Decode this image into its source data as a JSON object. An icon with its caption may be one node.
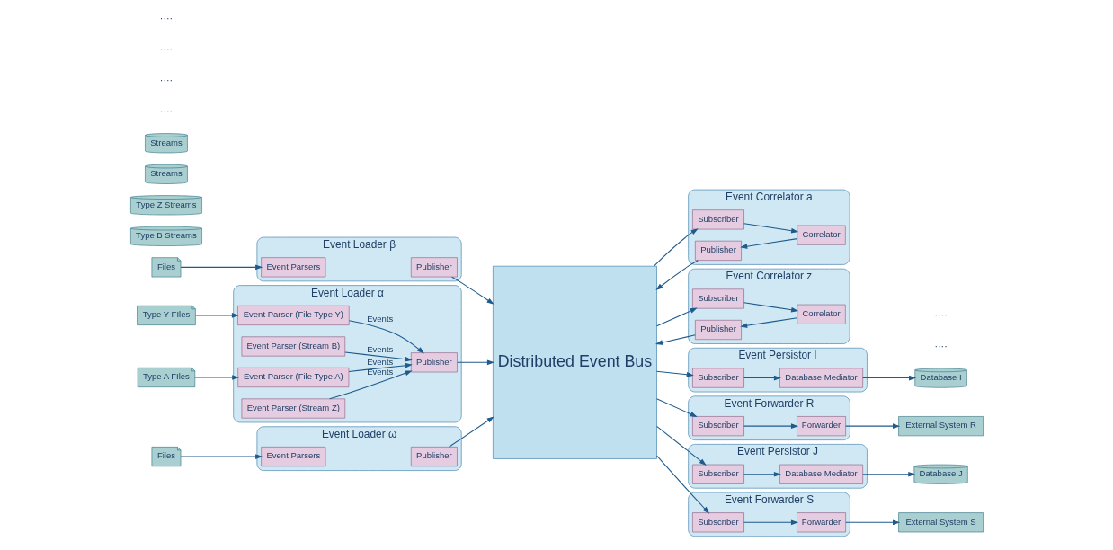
{
  "diagram": {
    "nodes": [
      {
        "text": [
          "Type A FIles"
        ]
      },
      {
        "text": [
          "Event Loader α"
        ]
      },
      {
        "text": [
          "Event Parser (File Type A)"
        ],
        "in": 1
      },
      {
        "text": [
          "Event Parser (Stream B)"
        ],
        "in": 1
      },
      {
        "text": [
          "Event Parser (File Type Y)"
        ],
        "in": 1
      },
      {
        "text": [
          "Event Parser (Stream Z)"
        ],
        "in": 1
      },
      {
        "text": [
          "Publisher"
        ],
        "in": 1
      },
      {
        "text": [
          "Type B Streams"
        ]
      },
      {
        "text": [
          "Type Y FIles"
        ]
      },
      {
        "text": [
          "Type Z Streams"
        ]
      },
      {
        "text": [
          "Distributed Event Bus"
        ]
      },
      {
        "text": [
          "Event Correlator a"
        ]
      },
      {
        "text": [
          "Subscriber"
        ],
        "in": 11
      },
      {
        "text": [
          "Correlator"
        ],
        "in": 11
      },
      {
        "text": [
          "Publisher"
        ],
        "in": 11
      },
      {
        "text": [
          "Event Correlator z"
        ]
      },
      {
        "text": [
          "Subscriber"
        ],
        "in": 15
      },
      {
        "text": [
          "Correlator"
        ],
        "in": 15
      },
      {
        "text": [
          "Publisher"
        ],
        "in": 15
      },
      {
        "text": [
          "Files"
        ]
      },
      {
        "text": [
          "Streams"
        ]
      },
      {
        "text": [
          "Event Loader β"
        ]
      },
      {
        "text": [
          "Event Parsers"
        ],
        "in": 21
      },
      {
        "text": [
          "Publisher"
        ],
        "in": 21
      },
      {
        "text": [
          "Files"
        ]
      },
      {
        "text": [
          "Streams"
        ]
      },
      {
        "text": [
          "Event Loader ω"
        ]
      },
      {
        "text": [
          "Event Parsers"
        ],
        "in": 26
      },
      {
        "text": [
          "Publisher"
        ],
        "in": 26
      },
      {
        "text": [
          "Event Persistor I"
        ]
      },
      {
        "text": [
          "Subscriber"
        ],
        "in": 29
      },
      {
        "text": [
          "Database Mediator"
        ],
        "in": 29
      },
      {
        "text": [
          "Database I"
        ]
      },
      {
        "text": [
          "Event Forwarder R"
        ]
      },
      {
        "text": [
          "Forwarder"
        ],
        "in": 33
      },
      {
        "text": [
          "Subscriber"
        ],
        "in": 33
      },
      {
        "text": [
          "External System R"
        ]
      },
      {
        "text": [
          "Event Persistor J"
        ]
      },
      {
        "text": [
          "Subscriber"
        ],
        "in": 37
      },
      {
        "text": [
          "Database Mediator"
        ],
        "in": 37
      },
      {
        "text": [
          "Database J"
        ]
      },
      {
        "text": [
          "Event Forwarder S"
        ]
      },
      {
        "text": [
          "Forwarder"
        ],
        "in": 41
      },
      {
        "text": [
          "Subscriber"
        ],
        "in": 41
      },
      {
        "text": [
          "External System S"
        ]
      }
    ],
    "edges": [
      {
        "from": 0,
        "to": 2,
        "arrow": "to"
      },
      {
        "from": 2,
        "to": 6,
        "arrow": "to",
        "label": "Events"
      },
      {
        "from": 3,
        "to": 6,
        "arrow": "to",
        "label": "Events"
      },
      {
        "from": 8,
        "to": 4,
        "arrow": "to"
      },
      {
        "from": 4,
        "to": 6,
        "arrow": "to",
        "label": "Events"
      },
      {
        "from": 5,
        "to": 6,
        "arrow": "to",
        "label": "Events"
      },
      {
        "from": 6,
        "to": 10,
        "arrow": "to"
      },
      {
        "from": 10,
        "to": 12,
        "arrow": "to"
      },
      {
        "from": 12,
        "to": 13,
        "arrow": "to"
      },
      {
        "from": 13,
        "to": 14,
        "arrow": "to"
      },
      {
        "from": 14,
        "to": 10,
        "arrow": "to"
      },
      {
        "from": 10,
        "to": 16,
        "arrow": "to"
      },
      {
        "from": 16,
        "to": 17,
        "arrow": "to"
      },
      {
        "from": 17,
        "to": 18,
        "arrow": "to"
      },
      {
        "from": 18,
        "to": 10,
        "arrow": "to"
      },
      {
        "from": 19,
        "to": 22,
        "arrow": "to"
      },
      {
        "from": 23,
        "to": 10,
        "arrow": "to"
      },
      {
        "from": 24,
        "to": 27,
        "arrow": "to"
      },
      {
        "from": 28,
        "to": 10,
        "arrow": "to"
      },
      {
        "from": 10,
        "to": 30,
        "arrow": "to"
      },
      {
        "from": 30,
        "to": 31,
        "arrow": "to"
      },
      {
        "from": 31,
        "to": 32,
        "arrow": "to"
      },
      {
        "from": 10,
        "to": 35,
        "arrow": "to"
      },
      {
        "from": 35,
        "to": 34,
        "arrow": "to"
      },
      {
        "from": 34,
        "to": 36,
        "arrow": "to"
      },
      {
        "from": 10,
        "to": 38,
        "arrow": "to"
      },
      {
        "from": 38,
        "to": 39,
        "arrow": "to"
      },
      {
        "from": 39,
        "to": 40,
        "arrow": "to"
      },
      {
        "from": 10,
        "to": 43,
        "arrow": "to"
      },
      {
        "from": 43,
        "to": 42,
        "arrow": "to"
      },
      {
        "from": 42,
        "to": 44,
        "arrow": "to"
      }
    ],
    "labels": [
      "····",
      "····",
      "····",
      "····",
      "····",
      "····"
    ]
  }
}
